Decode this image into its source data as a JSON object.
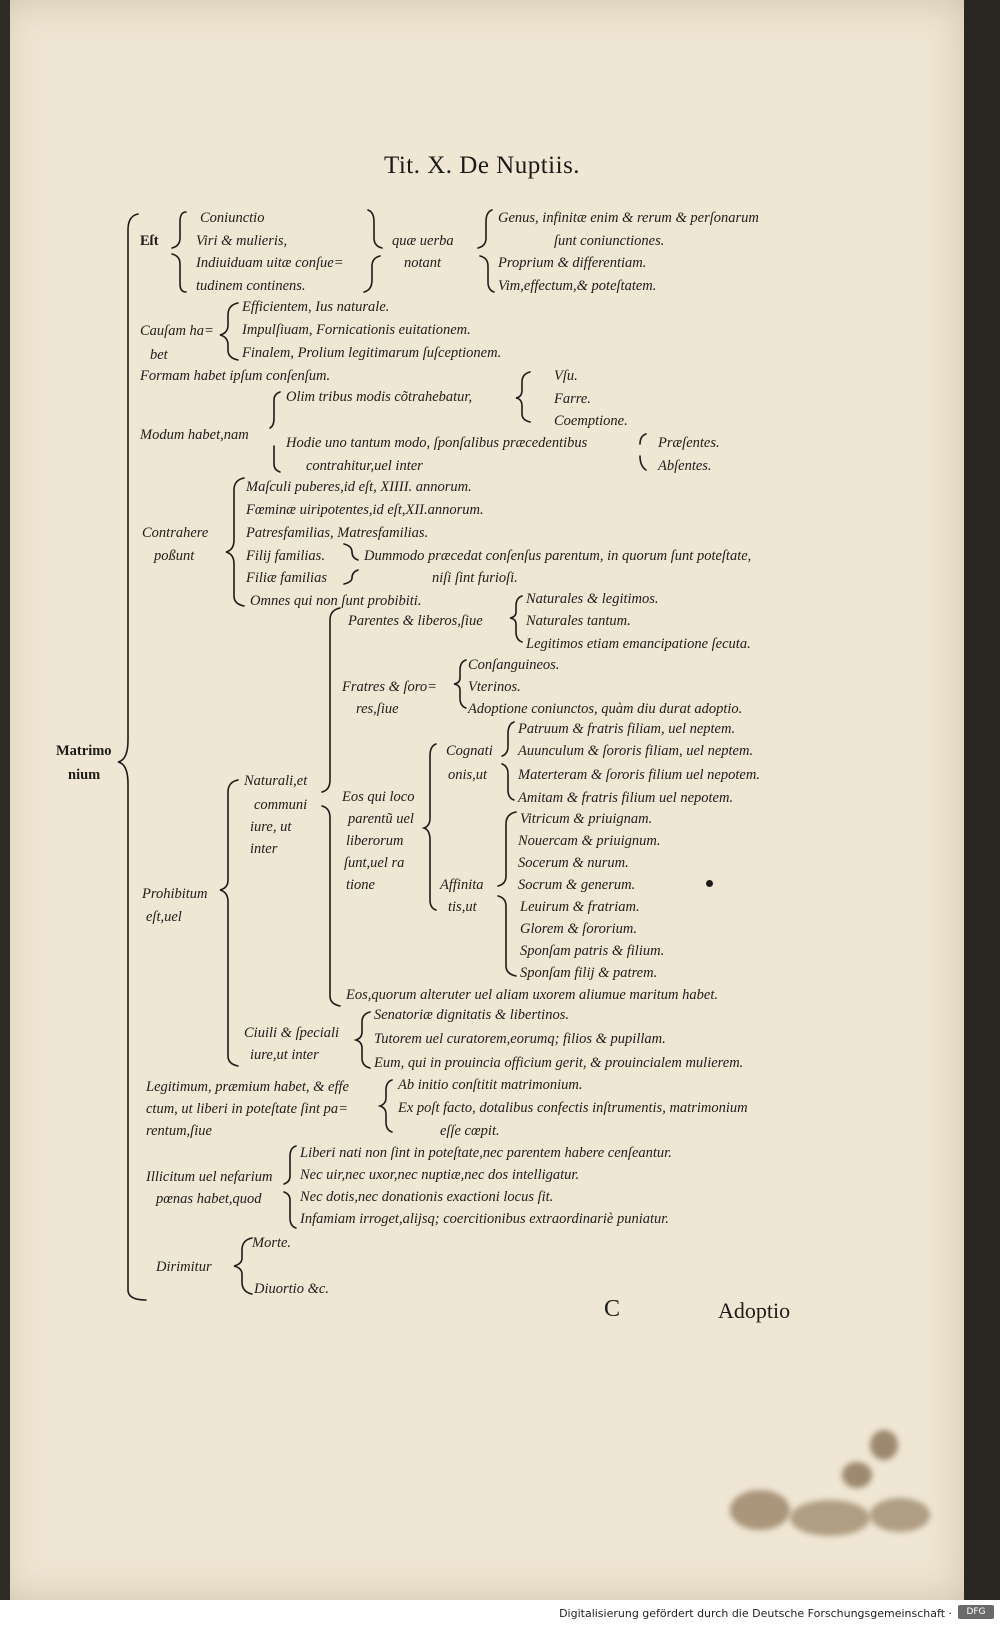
{
  "page": {
    "title": "Tit. X. De Nuptiis.",
    "signature": "C",
    "catchword": "Adoptio",
    "footer_credit": "Digitalisierung gefördert durch die Deutsche Forschungsgemeinschaft ·",
    "footer_logo": "DFG"
  },
  "root": {
    "line1": "Matrimo",
    "line2": "nium"
  },
  "est": {
    "label": "Eſt",
    "a": [
      "Coniunctio",
      "Viri & mulieris,"
    ],
    "b": [
      "Indiuiduam uitæ conſue=",
      "tudinem continens."
    ],
    "mid": [
      "quæ uerba",
      "notant"
    ],
    "c": [
      "Genus, infinitæ enim & rerum & perſonarum",
      "ſunt coniunctiones."
    ],
    "d": [
      "Proprium & differentiam.",
      "Vim,effectum,& poteſtatem."
    ]
  },
  "causa": {
    "label": [
      "Cauſam ha=",
      "bet"
    ],
    "items": [
      "Efficientem, Ius naturale.",
      "Impulſiuam, Fornicationis euitationem.",
      "Finalem, Prolium legitimarum ſuſceptionem."
    ]
  },
  "forma": "Formam habet ipſum conſenſum.",
  "modus": {
    "label": "Modum habet,nam",
    "olim": "Olim tribus modis cõtrahebatur,",
    "olim_items": [
      "Vſu.",
      "Farre.",
      "Coemptione."
    ],
    "hodie": [
      "Hodie uno tantum modo, ſponſalibus præcedentibus",
      "contrahitur,uel inter"
    ],
    "hodie_items": [
      "Præſentes.",
      "Abſentes."
    ]
  },
  "contrahere": {
    "label": [
      "Contrahere",
      "poßunt"
    ],
    "items": [
      "Maſculi puberes,id eſt, XIIII. annorum.",
      "Fœminæ uiripotentes,id eſt,XII.annorum.",
      "Patresfamilias, Matresfamilias.",
      "Filij familias.",
      "Filiæ familias",
      "Omnes qui non ſunt probibiti."
    ],
    "cond": [
      "Dummodo præcedat conſenſus parentum, in quorum ſunt poteſtate,",
      "niſi ſint furioſi."
    ]
  },
  "prohibitum": {
    "label": [
      "Prohibitum",
      "eſt,uel"
    ],
    "naturali": [
      "Naturali,et",
      "communi",
      "iure, ut",
      "inter"
    ],
    "parentes": "Parentes & liberos,ſiue",
    "parentes_items": [
      "Naturales & legitimos.",
      "Naturales tantum.",
      "Legitimos etiam emancipatione ſecuta."
    ],
    "fratres": [
      "Fratres & ſoro=",
      "res,ſiue"
    ],
    "fratres_items": [
      "Conſanguineos.",
      "Vterinos.",
      "Adoptione coniunctos, quàm diu durat adoptio."
    ],
    "eos_loco": [
      "Eos qui loco",
      "parentũ uel",
      "liberorum",
      "ſunt,uel ra",
      "tione"
    ],
    "cognati": [
      "Cognati",
      "onis,ut"
    ],
    "cognati_items": [
      "Patruum & fratris filiam, uel neptem.",
      "Auunculum & ſororis filiam, uel neptem.",
      "Materteram & ſororis filium uel nepotem.",
      "Amitam & fratris filium uel nepotem."
    ],
    "affinita": [
      "Affinita",
      "tis,ut"
    ],
    "affinita_items": [
      "Vitricum & priuignam.",
      "Nouercam & priuignum.",
      "Socerum & nurum.",
      "Socrum & generum.",
      "Leuirum & fratriam.",
      "Glorem & ſororium.",
      "Sponſam patris & filium.",
      "Sponſam filij & patrem."
    ],
    "eos_quorum": "Eos,quorum alteruter uel aliam uxorem aliumue maritum habet.",
    "ciuili": [
      "Ciuili & ſpeciali",
      "iure,ut inter"
    ],
    "ciuili_items": [
      "Senatoriæ dignitatis & libertinos.",
      "Tutorem uel curatorem,eorumq; filios & pupillam.",
      "Eum, qui in prouincia officium gerit, & prouincialem mulierem."
    ]
  },
  "legitimum": {
    "label": [
      "Legitimum, præmium habet, & effe",
      "ctum, ut liberi in poteſtate ſint pa=",
      "rentum,ſiue"
    ],
    "items": [
      "Ab initio conſtitit matrimonium.",
      "Ex poſt facto, dotalibus confectis inſtrumentis, matrimonium",
      "eſſe cœpit."
    ]
  },
  "illicitum": {
    "label": [
      "Illicitum uel nefarium",
      "pœnas habet,quod"
    ],
    "items": [
      "Liberi nati non ſint in poteſtate,nec parentem habere cenſeantur.",
      "Nec uir,nec uxor,nec nuptiæ,nec dos intelligatur.",
      "Nec dotis,nec donationis exactioni locus ſit.",
      "Infamiam irroget,alijsq; coercitionibus extraordinariè puniatur."
    ]
  },
  "dirimitur": {
    "label": "Dirimitur",
    "items": [
      "Morte.",
      "Diuortio &c."
    ]
  }
}
